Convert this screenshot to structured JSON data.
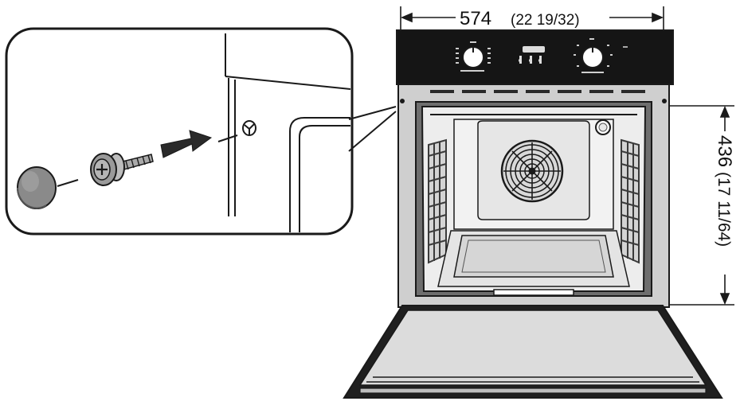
{
  "dimensions": {
    "width": {
      "value": "574",
      "imperial": "(22 19/32)"
    },
    "height": {
      "value": "436",
      "imperial": "(17 11/64)"
    }
  },
  "colors": {
    "line": "#1a1a1a",
    "panel": "#151515",
    "cavity": "#ededed",
    "door": "#dcdcdc",
    "rack": "#3a3a3a",
    "arrow": "#2a2a2a",
    "cap": "#8a8a8a"
  },
  "icons": {
    "detail_callout": "magnifier-callout",
    "screw": "screw-icon",
    "cap": "cover-cap-icon",
    "arrow": "insert-arrow-icon",
    "fan": "convection-fan-icon"
  }
}
